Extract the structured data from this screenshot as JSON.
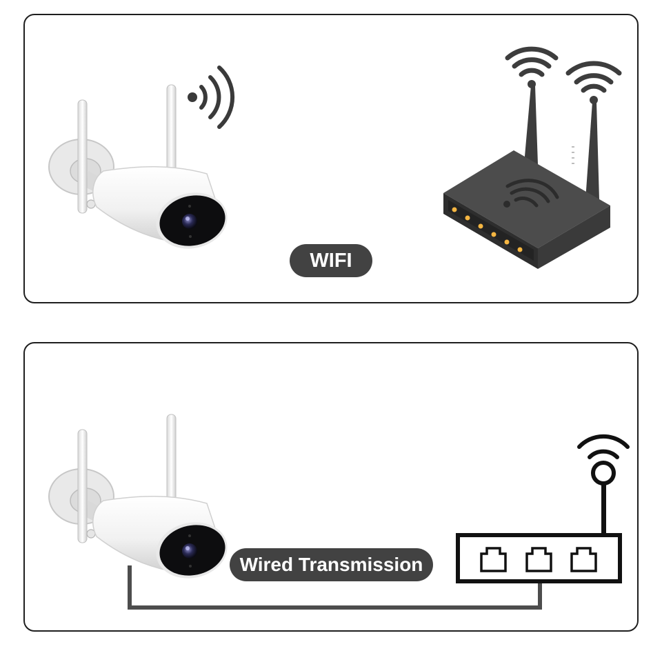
{
  "wifi_panel": {
    "label": "WIFI",
    "devices": [
      "camera-icon",
      "wifi-signal-icon",
      "router-icon"
    ]
  },
  "wired_panel": {
    "label": "Wired Transmission",
    "devices": [
      "camera-icon",
      "network-cable",
      "ethernet-switch-icon"
    ]
  },
  "colors": {
    "border": "#1e1e1e",
    "pill_background": "#424242",
    "pill_text": "#ffffff",
    "router_body": "#4a4a4a",
    "led": "#f5b642",
    "cable": "#4d4d4d"
  }
}
